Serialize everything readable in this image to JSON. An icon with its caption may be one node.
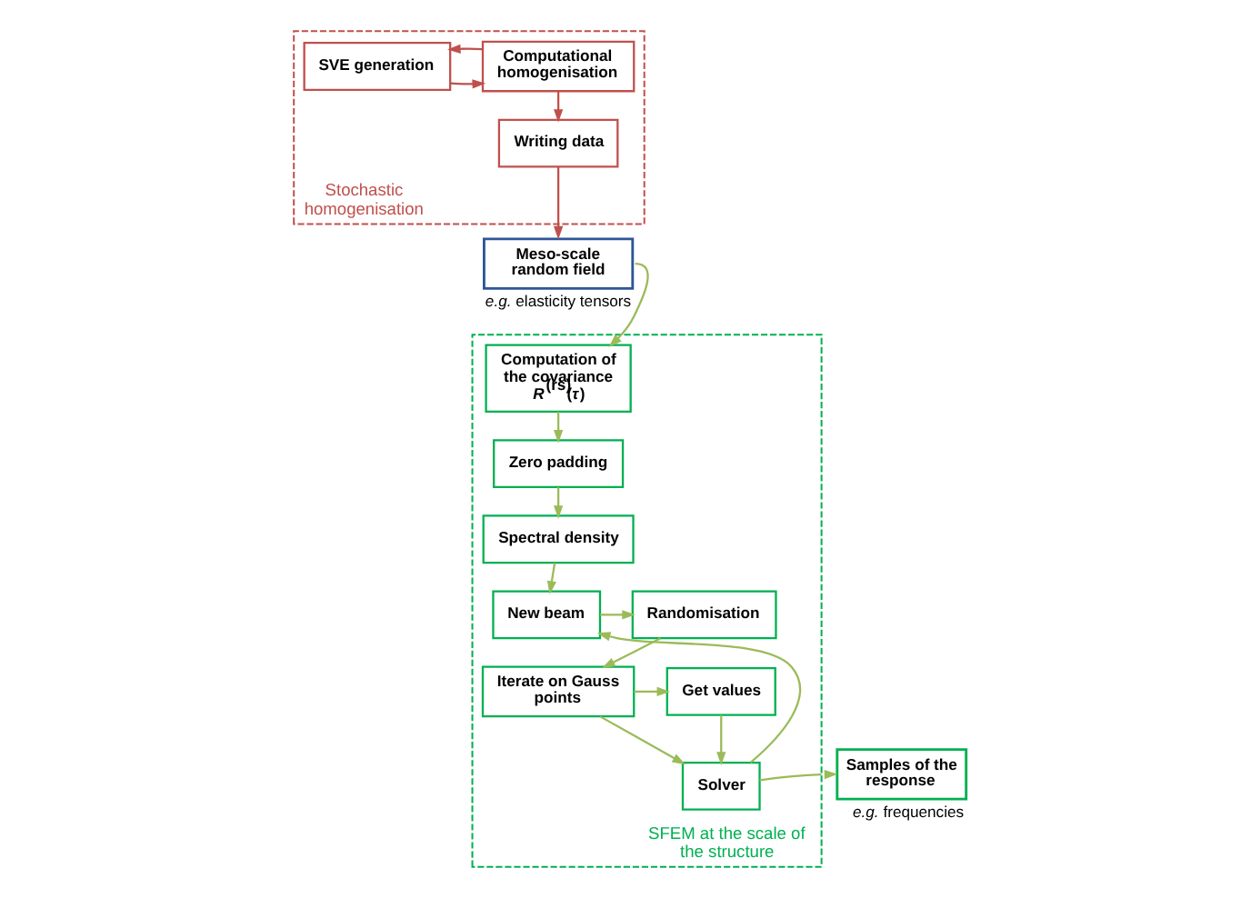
{
  "diagram": {
    "nodes": [
      {
        "text": [
          "Stochastic homogenisation"
        ]
      },
      {
        "text": [
          "SVE generation"
        ],
        "in": 0
      },
      {
        "text": [
          "Computational homogenisation"
        ],
        "in": 0
      },
      {
        "text": [
          "Writing data"
        ],
        "in": 0
      },
      {
        "text": [
          "Meso-scale random field"
        ],
        "beside": [
          "*e.g.* elasticity tensors"
        ]
      },
      {
        "text": [
          "SFEM at the scale of the structure"
        ]
      },
      {
        "text": [
          "Computation of the covariance *R*$^{(rs)}$(*τ*)"
        ],
        "in": 5
      },
      {
        "text": [
          "Zero padding"
        ],
        "in": 5
      },
      {
        "text": [
          "Spectral density"
        ],
        "in": 5
      },
      {
        "text": [
          "New beam"
        ],
        "in": 5
      },
      {
        "text": [
          "Randomisation"
        ],
        "in": 5
      },
      {
        "text": [
          "Iterate on Gauss points"
        ],
        "in": 5
      },
      {
        "text": [
          "Get values"
        ],
        "in": 5
      },
      {
        "text": [
          "Solver"
        ],
        "in": 5
      },
      {
        "text": [
          "Samples of the response"
        ],
        "beside": [
          "*e.g.* frequencies"
        ]
      }
    ],
    "edges": [
      {
        "from": 1,
        "to": 2,
        "arrow": "to",
        "color": "#c0504d"
      },
      {
        "from": 2,
        "to": 1,
        "arrow": "to",
        "color": "#c0504d"
      },
      {
        "from": 2,
        "to": 3,
        "arrow": "to",
        "color": "#c0504d"
      },
      {
        "from": 3,
        "to": 4,
        "arrow": "to",
        "color": "#c0504d"
      },
      {
        "from": 4,
        "to": 6,
        "arrow": "to"
      },
      {
        "from": 6,
        "to": 7,
        "arrow": "to"
      },
      {
        "from": 7,
        "to": 8,
        "arrow": "to"
      },
      {
        "from": 8,
        "to": 9,
        "arrow": "to"
      },
      {
        "from": 9,
        "to": 10,
        "arrow": "to"
      },
      {
        "from": 10,
        "to": 11,
        "arrow": "to"
      },
      {
        "from": 11,
        "to": 12,
        "arrow": "to"
      },
      {
        "from": 11,
        "to": 13,
        "arrow": "to"
      },
      {
        "from": 12,
        "to": 13,
        "arrow": "to"
      },
      {
        "from": 13,
        "to": 9,
        "arrow": "to"
      },
      {
        "from": 13,
        "to": 14,
        "arrow": "to"
      }
    ]
  }
}
